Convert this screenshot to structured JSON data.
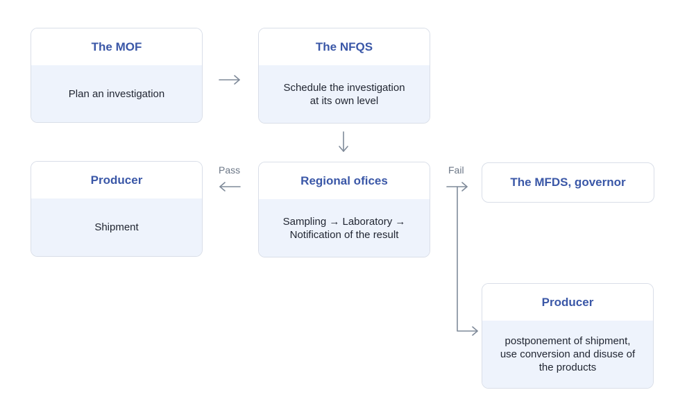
{
  "nodes": {
    "mof": {
      "title": "The MOF",
      "body": "Plan an investigation"
    },
    "nfqs": {
      "title": "The NFQS",
      "body": "Schedule the investigation\nat its own level"
    },
    "regional": {
      "title": "Regional ofices",
      "body": "Sampling → Laboratory →\nNotification of the result"
    },
    "producer_pass": {
      "title": "Producer",
      "body": "Shipment"
    },
    "mfds": {
      "title": "The MFDS, governor"
    },
    "producer_fail": {
      "title": "Producer",
      "body": "postponement of shipment,\nuse conversion and disuse of\nthe products"
    }
  },
  "edges": {
    "pass_label": "Pass",
    "fail_label": "Fail"
  },
  "colors": {
    "title": "#3a57a7",
    "body_bg": "#eef3fc",
    "border": "#d9dee8",
    "arrow": "#7f8a99"
  }
}
